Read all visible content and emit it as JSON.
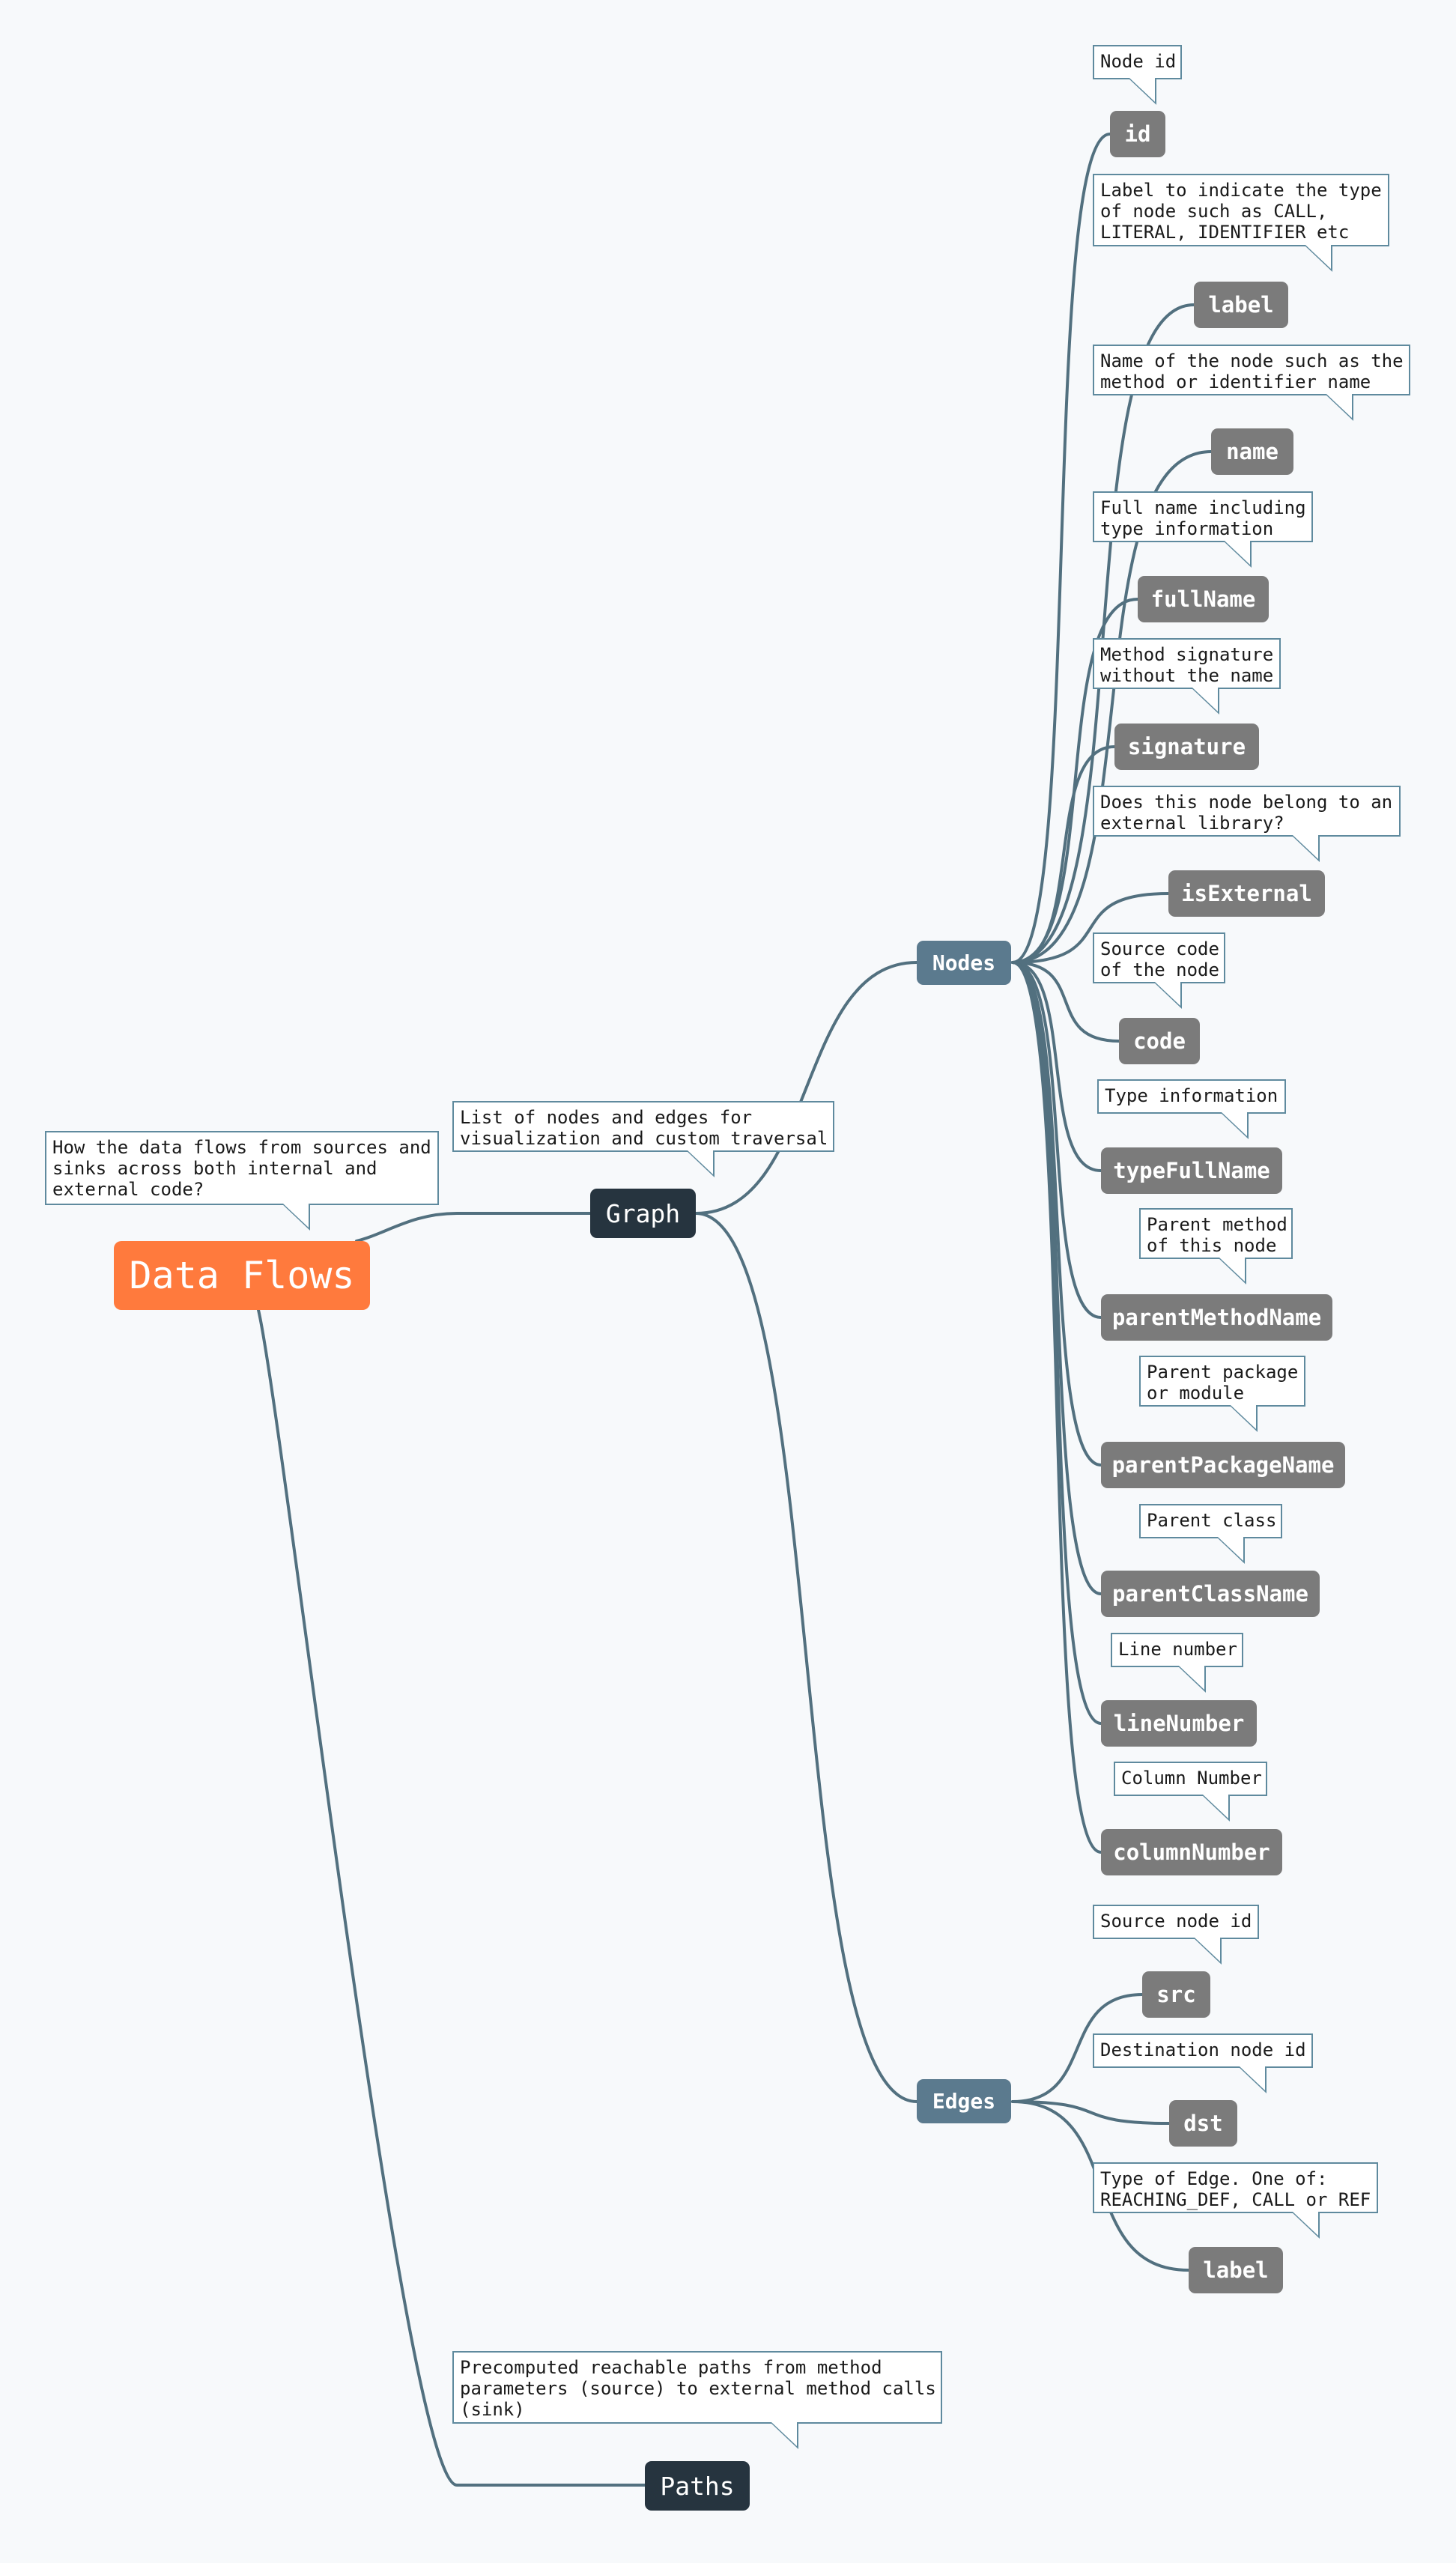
{
  "root": {
    "label": "Data Flows",
    "note": "How the data flows from sources and\nsinks across both internal and\nexternal code?"
  },
  "graph": {
    "label": "Graph",
    "note": "List of nodes and edges for\nvisualization and custom traversal"
  },
  "paths": {
    "label": "Paths",
    "note": "Precomputed reachable paths from method\nparameters (source) to external method calls\n(sink)"
  },
  "nodes": {
    "label": "Nodes",
    "fields": [
      {
        "label": "id",
        "note": "Node id"
      },
      {
        "label": "label",
        "note": "Label to indicate the type\nof node such as CALL,\nLITERAL, IDENTIFIER etc"
      },
      {
        "label": "name",
        "note": "Name of the node such as the\nmethod or identifier name"
      },
      {
        "label": "fullName",
        "note": "Full name including\ntype information"
      },
      {
        "label": "signature",
        "note": "Method signature\nwithout the name"
      },
      {
        "label": "isExternal",
        "note": "Does this node belong to an\nexternal library?"
      },
      {
        "label": "code",
        "note": "Source code\nof the node"
      },
      {
        "label": "typeFullName",
        "note": "Type information"
      },
      {
        "label": "parentMethodName",
        "note": "Parent method\nof this node"
      },
      {
        "label": "parentPackageName",
        "note": "Parent package\nor module"
      },
      {
        "label": "parentClassName",
        "note": "Parent class"
      },
      {
        "label": "lineNumber",
        "note": "Line number"
      },
      {
        "label": "columnNumber",
        "note": "Column Number"
      }
    ]
  },
  "edges": {
    "label": "Edges",
    "fields": [
      {
        "label": "src",
        "note": "Source node id"
      },
      {
        "label": "dst",
        "note": "Destination node id"
      },
      {
        "label": "label",
        "note": "Type of Edge. One of:\nREACHING_DEF, CALL or REF"
      }
    ]
  },
  "colors": {
    "root": "#ff7a3d",
    "level1": "#26343f",
    "level2": "#5b7a8e",
    "leaf": "#7b7b7b",
    "connector": "#52707f"
  }
}
